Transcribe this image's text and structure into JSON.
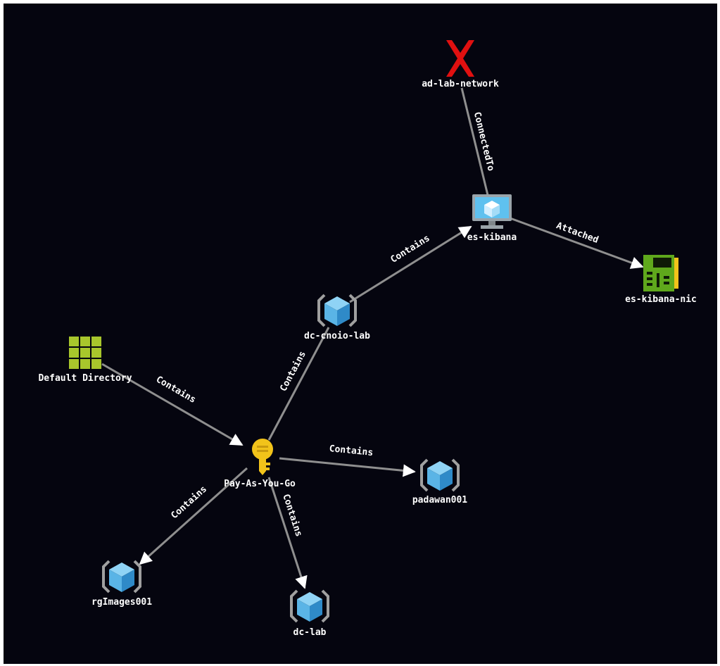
{
  "graph": {
    "nodes": [
      {
        "id": "ad-lab-network",
        "label": "ad-lab-network",
        "icon": "red-x-icon"
      },
      {
        "id": "es-kibana",
        "label": "es-kibana",
        "icon": "virtual-machine-icon"
      },
      {
        "id": "es-kibana-nic",
        "label": "es-kibana-nic",
        "icon": "network-interface-icon"
      },
      {
        "id": "dc-cnoio-lab",
        "label": "dc-cnoio-lab",
        "icon": "resource-group-icon"
      },
      {
        "id": "default-directory",
        "label": "Default Directory",
        "icon": "directory-grid-icon"
      },
      {
        "id": "pay-as-you-go",
        "label": "Pay-As-You-Go",
        "icon": "subscription-key-icon"
      },
      {
        "id": "padawan001",
        "label": "padawan001",
        "icon": "resource-group-icon"
      },
      {
        "id": "rgimages001",
        "label": "rgImages001",
        "icon": "resource-group-icon"
      },
      {
        "id": "dc-lab",
        "label": "dc-lab",
        "icon": "resource-group-icon"
      }
    ],
    "edges": [
      {
        "from": "es-kibana",
        "to": "ad-lab-network",
        "label": "ConnectedTo"
      },
      {
        "from": "dc-cnoio-lab",
        "to": "es-kibana",
        "label": "Contains"
      },
      {
        "from": "es-kibana",
        "to": "es-kibana-nic",
        "label": "Attached"
      },
      {
        "from": "pay-as-you-go",
        "to": "dc-cnoio-lab",
        "label": "Contains"
      },
      {
        "from": "default-directory",
        "to": "pay-as-you-go",
        "label": "Contains"
      },
      {
        "from": "pay-as-you-go",
        "to": "padawan001",
        "label": "Contains"
      },
      {
        "from": "pay-as-you-go",
        "to": "rgimages001",
        "label": "Contains"
      },
      {
        "from": "pay-as-you-go",
        "to": "dc-lab",
        "label": "Contains"
      }
    ]
  },
  "colors": {
    "background": "#05050f",
    "edge": "#8f8f8f",
    "label": "#ffffff",
    "cube_blue": "#5ab4e6",
    "cube_dark": "#2f8ac8",
    "bracket_gray": "#a0a0a0",
    "red_x": "#e01010",
    "key_yellow": "#f2c31a",
    "grid_green": "#a8c62c",
    "nic_green": "#6bb81e"
  }
}
